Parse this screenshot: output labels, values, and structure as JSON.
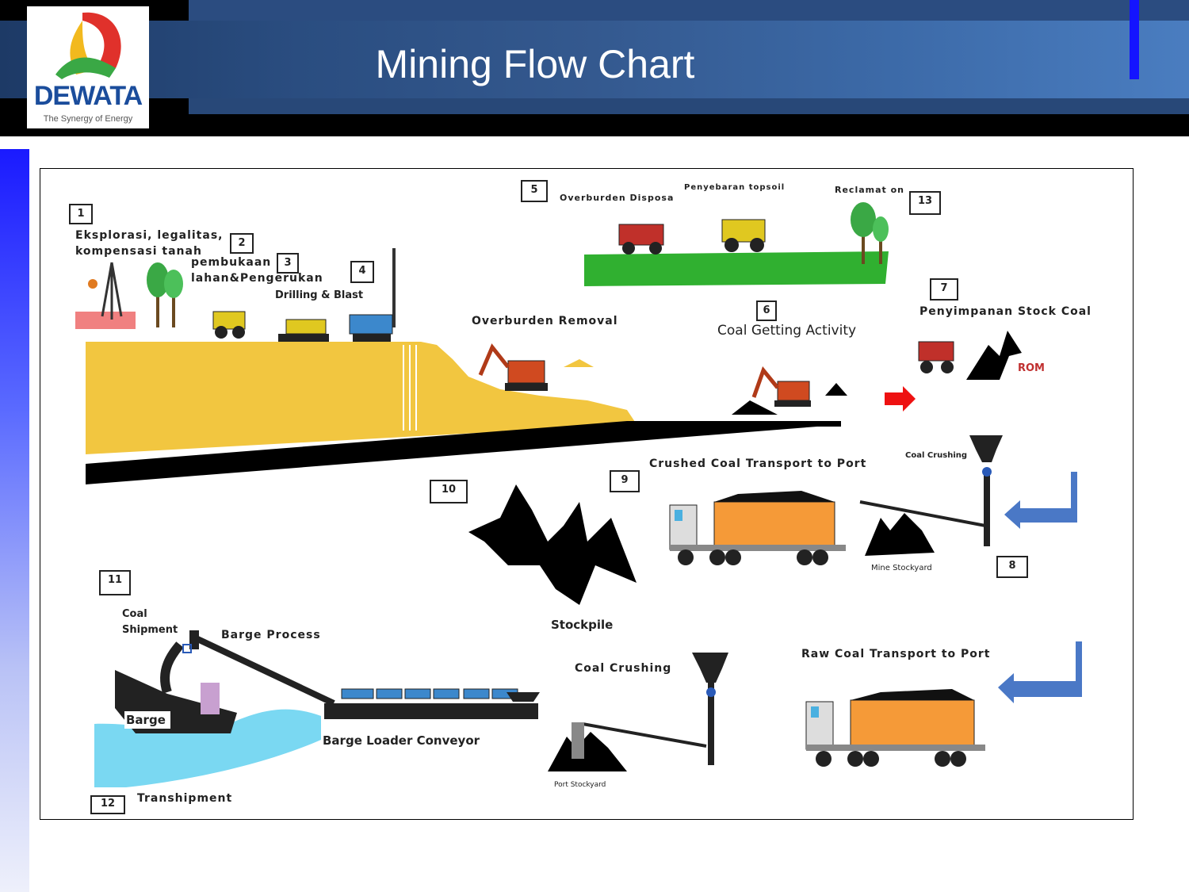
{
  "header": {
    "title": "Mining Flow Chart"
  },
  "logo": {
    "name": "DEWATA",
    "tagline": "The Synergy of Energy"
  },
  "steps": [
    {
      "num": "1",
      "label": "Eksplorasi, legalitas,\nkompensasi tanah"
    },
    {
      "num": "2",
      "label": "pembukaan"
    },
    {
      "num": "3",
      "label": "lahan&Pengerukan"
    },
    {
      "num": "4",
      "label": "Drilling & Blast"
    },
    {
      "num": "5",
      "label": "Overburden Disposa"
    },
    {
      "num": "6",
      "label": "Coal Getting Activity"
    },
    {
      "num": "7",
      "label": "Penyimpanan Stock Coal"
    },
    {
      "num": "8",
      "label": "Coal Crushing"
    },
    {
      "num": "9",
      "label": "Crushed Coal Transport to Port"
    },
    {
      "num": "10",
      "label": "Stockpile"
    },
    {
      "num": "11",
      "label": "Coal\nShipment"
    },
    {
      "num": "12",
      "label": "Transhipment"
    },
    {
      "num": "13",
      "label": "Reclamat on"
    }
  ],
  "labels": {
    "penyebaran": "Penyebaran topsoil",
    "overburden_removal": "Overburden Removal",
    "rom": "ROM",
    "mine_stockyard": "Mine Stockyard",
    "barge_process": "Barge Process",
    "barge": "Barge",
    "barge_loader": "Barge Loader Conveyor",
    "coal_crushing_port": "Coal Crushing",
    "port_stockyard": "Port Stockyard",
    "raw_coal": "Raw Coal Transport to Port"
  },
  "colors": {
    "ground": "#f2c640",
    "coal": "#000000",
    "truck": "#f59a38",
    "arrow_blue": "#4a78c6",
    "arrow_red": "#ee1111",
    "water": "#7ad8f2"
  }
}
